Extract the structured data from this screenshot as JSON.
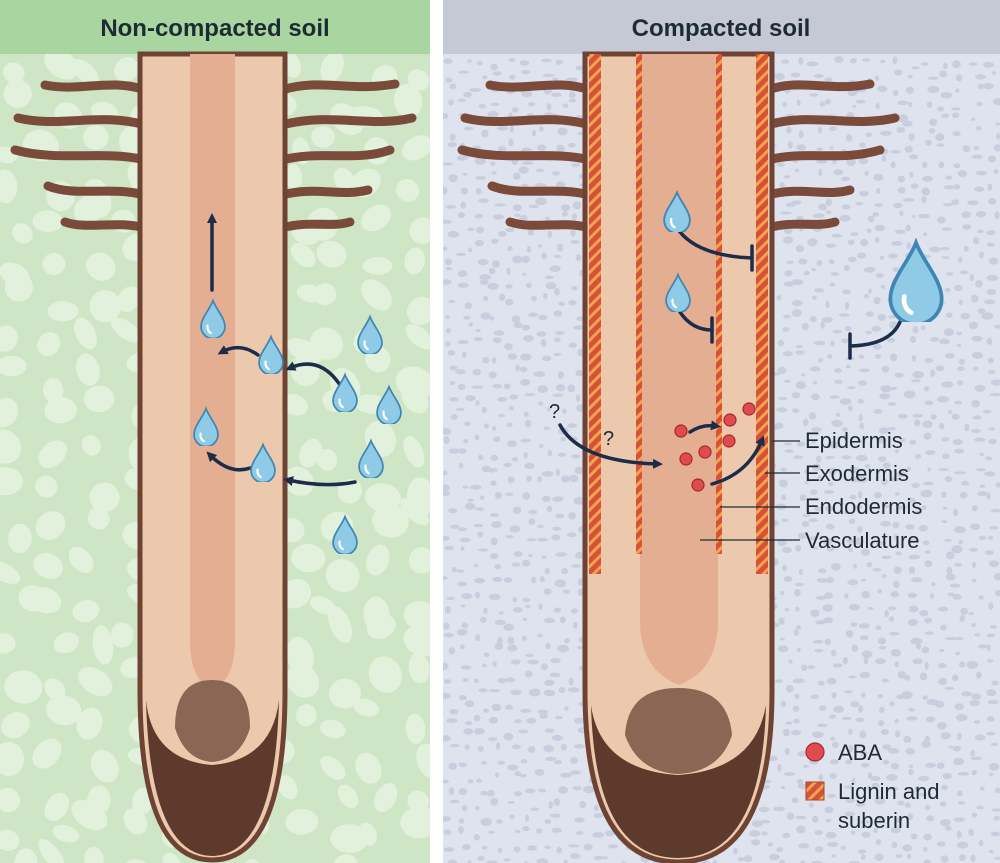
{
  "panels": {
    "left": {
      "title": "Non-compacted soil",
      "header_color": "#a8d5a0",
      "soil_color": "#cfe6c6",
      "soil_stone_color": "#e2f1dc"
    },
    "right": {
      "title": "Compacted soil",
      "header_color": "#c5c9d6",
      "soil_color": "#dfe3ee",
      "soil_speck_color": "#c9cedf"
    }
  },
  "colors": {
    "root_outer": "#ecc8ac",
    "root_inner": "#f6dccb",
    "root_vasculature": "#e8b99d",
    "root_hair": "#7a4b3a",
    "root_cap": "#5e3a2c",
    "root_cap_inner": "#8a6654",
    "root_edge": "#6e4334",
    "water": "#8fcbe6",
    "water_edge": "#3f86b4",
    "arrow": "#1d2c48",
    "aba": "#e04b4f",
    "lignin_a": "#d8503c",
    "lignin_b": "#f0a64a"
  },
  "question_marks": [
    "?",
    "?"
  ],
  "tissue_labels": [
    "Epidermis",
    "Exodermis",
    "Endodermis",
    "Vasculature"
  ],
  "legend": {
    "aba": "ABA",
    "lignin_line1": "Lignin and",
    "lignin_line2": "suberin"
  }
}
